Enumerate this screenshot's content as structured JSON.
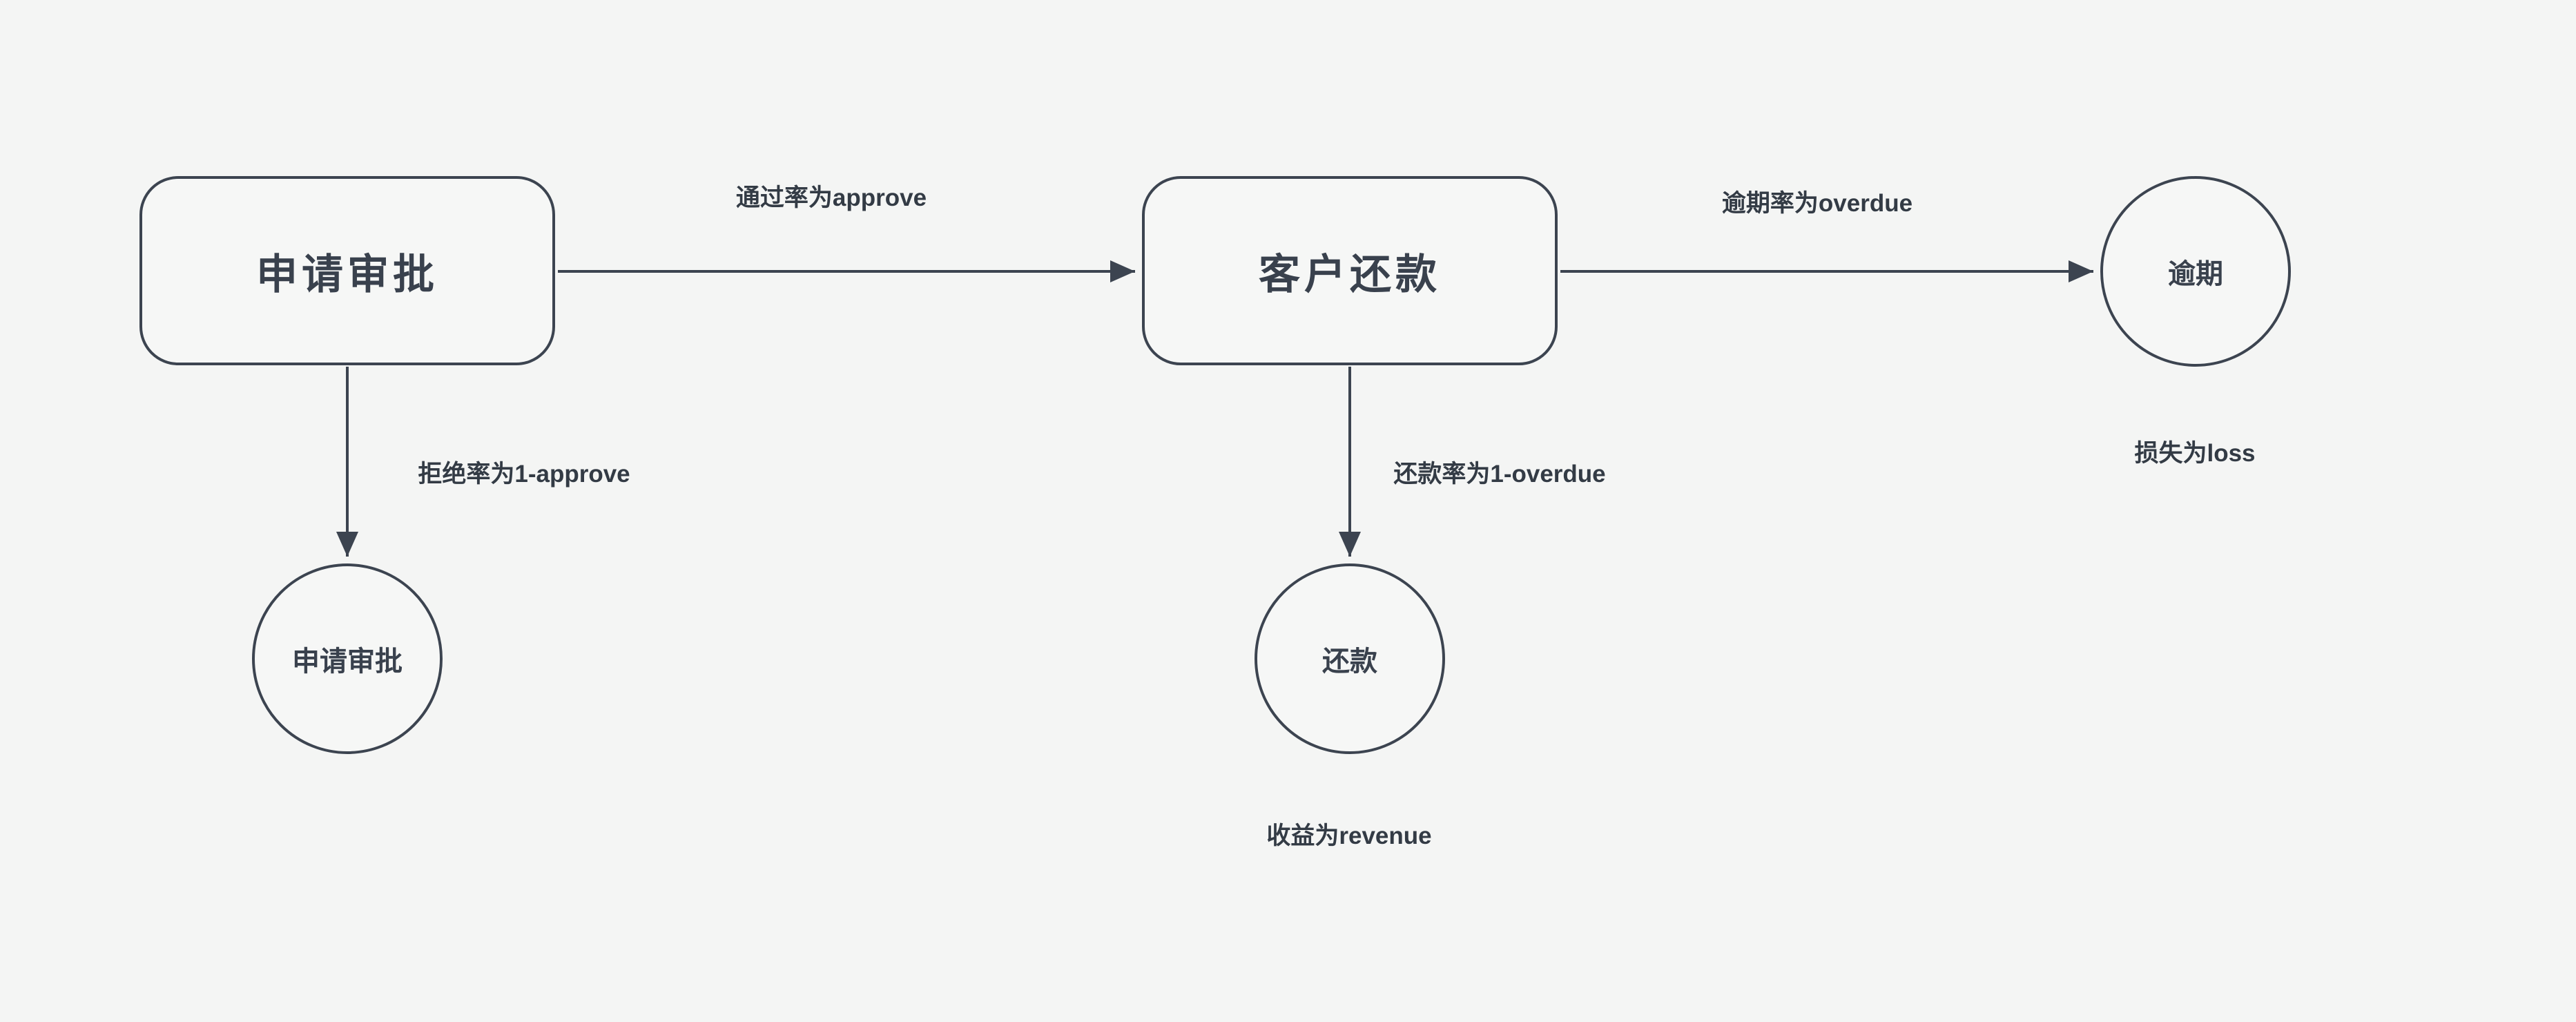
{
  "diagram": {
    "nodes": {
      "approval_box": {
        "label": "申请审批"
      },
      "repayment_box": {
        "label": "客户还款"
      },
      "overdue_circle": {
        "label": "逾期"
      },
      "rejected_circle": {
        "label": "申请审批"
      },
      "repaid_circle": {
        "label": "还款"
      }
    },
    "edges": {
      "approve": {
        "label": "通过率为approve"
      },
      "overdue": {
        "label": "逾期率为overdue"
      },
      "reject": {
        "label": "拒绝率为1-approve"
      },
      "repay": {
        "label": "还款率为1-overdue"
      }
    },
    "annotations": {
      "loss": {
        "label": "损失为loss"
      },
      "revenue": {
        "label": "收益为revenue"
      }
    },
    "colors": {
      "background": "#f4f5f4",
      "stroke": "#3c4450",
      "text": "#333b45"
    }
  }
}
